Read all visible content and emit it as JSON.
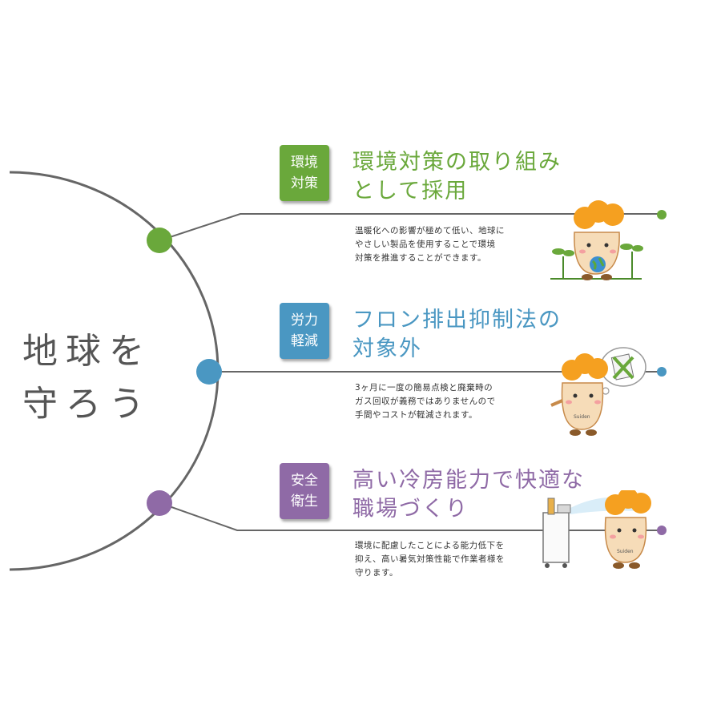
{
  "title": {
    "line1": "地球を",
    "line2": "守ろう"
  },
  "sections": [
    {
      "badge_line1": "環境",
      "badge_line2": "対策",
      "heading_line1": "環境対策の取り組み",
      "heading_line2": "として採用",
      "desc_line1": "温暖化への影響が極めて低い、地球に",
      "desc_line2": "やさしい製品を使用することで環境",
      "desc_line3": "対策を推進することができます。",
      "color": "#6aa83b",
      "mascot_icon": "mascot-holding-globe-icon"
    },
    {
      "badge_line1": "労力",
      "badge_line2": "軽減",
      "heading_line1": "フロン排出抑制法の",
      "heading_line2": "対象外",
      "desc_line1": "3ヶ月に一度の簡易点検と廃棄時の",
      "desc_line2": "ガス回収が義務ではありませんので",
      "desc_line3": "手間やコストが軽減されます。",
      "color": "#4a97c2",
      "mascot_icon": "mascot-thinking-icon",
      "mascot_label": "Suiden"
    },
    {
      "badge_line1": "安全",
      "badge_line2": "衛生",
      "heading_line1": "高い冷房能力で快適な",
      "heading_line2": "職場づくり",
      "desc_line1": "環境に配慮したことによる能力低下を",
      "desc_line2": "抑え、高い暑気対策性能で作業者様を",
      "desc_line3": "守ります。",
      "color": "#8f6aa6",
      "mascot_icon": "mascot-with-spot-cooler-icon",
      "mascot_label": "Suiden"
    }
  ]
}
